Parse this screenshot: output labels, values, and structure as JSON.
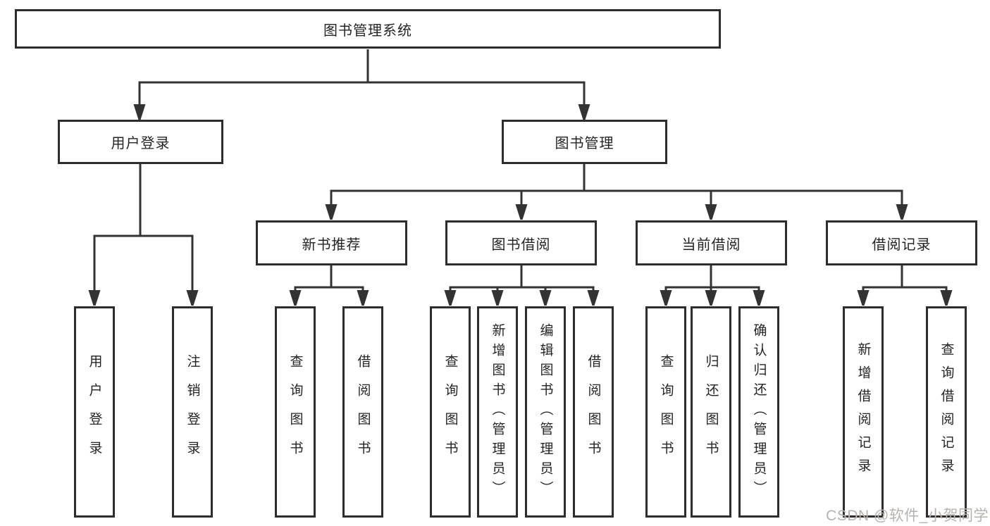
{
  "diagram": {
    "root": "图书管理系统",
    "branches": {
      "user_login": "用户登录",
      "book_management": "图书管理"
    },
    "book_management_children": {
      "new_book_recommendation": "新书推荐",
      "book_borrowing": "图书借阅",
      "current_borrowing": "当前借阅",
      "borrowing_records": "借阅记录"
    },
    "leaves": {
      "user_login": "用户登录",
      "logout": "注销登录",
      "query_book_rec": "查询图书",
      "borrow_book_rec": "借阅图书",
      "query_book_borrow": "查询图书",
      "add_book_admin": "新增图书（管理员）",
      "edit_book_admin": "编辑图书（管理员）",
      "borrow_book": "借阅图书",
      "query_book_current": "查询图书",
      "return_book": "归还图书",
      "confirm_return_admin": "确认归还（管理员）",
      "add_borrow_record": "新增借阅记录",
      "query_borrow_record": "查询借阅记录"
    }
  },
  "watermark": "CSDN @软件_小贺同学",
  "colors": {
    "background": "#ffffff",
    "line": "#333333",
    "box_border": "#2d2d2d",
    "text": "#242424",
    "watermark": "#b7b0b0"
  }
}
